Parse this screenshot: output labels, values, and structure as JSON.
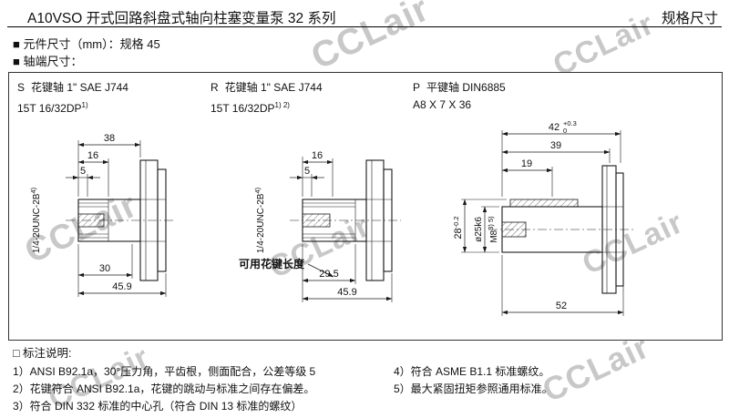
{
  "page": {
    "title": "A10VSO 开式回路斜盘式轴向柱塞变量泵 32 系列",
    "corner_label": "规格尺寸"
  },
  "sections": {
    "component_size": "■ 元件尺寸（mm）：规格 45",
    "shaft_end": "■ 轴端尺寸："
  },
  "watermark": {
    "text": "CCLair"
  },
  "drawings": {
    "s": {
      "code": "S",
      "title": "花键轴 1\" SAE J744",
      "spec": "15T 16/32DP",
      "spec_sup": "1)",
      "thread": "1/4-20UNC-2B",
      "thread_sup": "4)",
      "dim_38": "38",
      "dim_16": "16",
      "dim_5": "5",
      "dim_30": "30",
      "dim_459": "45.9"
    },
    "r": {
      "code": "R",
      "title": "花键轴 1\" SAE J744",
      "spec": "15T 16/32DP",
      "spec_sup": "1) 2)",
      "thread": "1/4-20UNC-2B",
      "thread_sup": "4)",
      "spline_note": "可用花键长度",
      "dim_16": "16",
      "dim_5": "5",
      "dim_295": "29.5",
      "dim_459": "45.9"
    },
    "p": {
      "code": "P",
      "title": "平键轴 DIN6885",
      "spec": "A8 X 7 X 36",
      "dim_42": "42",
      "dim_42_tol_top": "+0.3",
      "dim_42_tol_bot": "0",
      "dim_39": "39",
      "dim_19": "19",
      "dim_28": "28",
      "dim_28_tol": "-0.2",
      "dim_dia": "ø25k6",
      "thread": "M8",
      "thread_sup": "3) 5)",
      "dim_52": "52"
    }
  },
  "notes": {
    "heading": "□ 标注说明:",
    "left": [
      "1）ANSI B92.1a，30°压力角，平齿根，侧面配合，公差等级 5",
      "2）花键符合 ANSI B92.1a，花键的跳动与标准之间存在偏差。",
      "3）符合 DIN 332 标准的中心孔（符合 DIN 13 标准的螺纹）"
    ],
    "right": [
      "4）符合 ASME B1.1 标准螺纹。",
      "5）最大紧固扭矩参照通用标准。"
    ]
  }
}
